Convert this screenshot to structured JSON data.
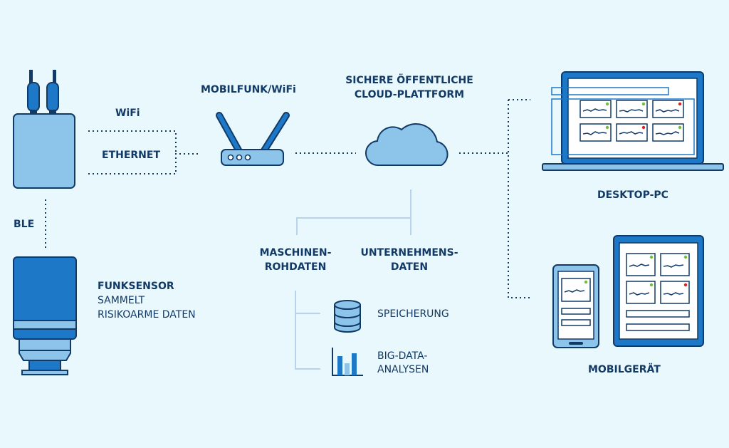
{
  "labels": {
    "wifi": "WiFi",
    "ethernet": "ETHERNET",
    "ble": "BLE",
    "mobilfunk": "MOBILFUNK/WiFi",
    "cloud_line1": "SICHERE ÖFFENTLICHE",
    "cloud_line2": "CLOUD-PLATTFORM",
    "desktop": "DESKTOP-PC",
    "mobile": "MOBILGERÄT",
    "maschinen_line1": "MASCHINEN-",
    "maschinen_line2": "ROHDATEN",
    "unternehmens_line1": "UNTERNEHMENS-",
    "unternehmens_line2": "DATEN",
    "speicherung": "SPEICHERUNG",
    "bigdata_line1": "BIG-DATA-",
    "bigdata_line2": "ANALYSEN",
    "sensor_title": "FUNKSENSOR",
    "sensor_line1": "SAMMELT",
    "sensor_line2": "RISIKOARME DATEN"
  },
  "colors": {
    "background": "#e9f8fc",
    "navy": "#123a66",
    "blue": "#1e78c8",
    "light_blue": "#8cc4ea",
    "status_green": "#6fbf3a",
    "status_red": "#e02020"
  },
  "icons": [
    "gateway-icon",
    "router-icon",
    "cloud-icon",
    "database-icon",
    "bar-chart-icon",
    "laptop-icon",
    "tablet-icon",
    "phone-icon",
    "wireless-sensor-icon"
  ]
}
